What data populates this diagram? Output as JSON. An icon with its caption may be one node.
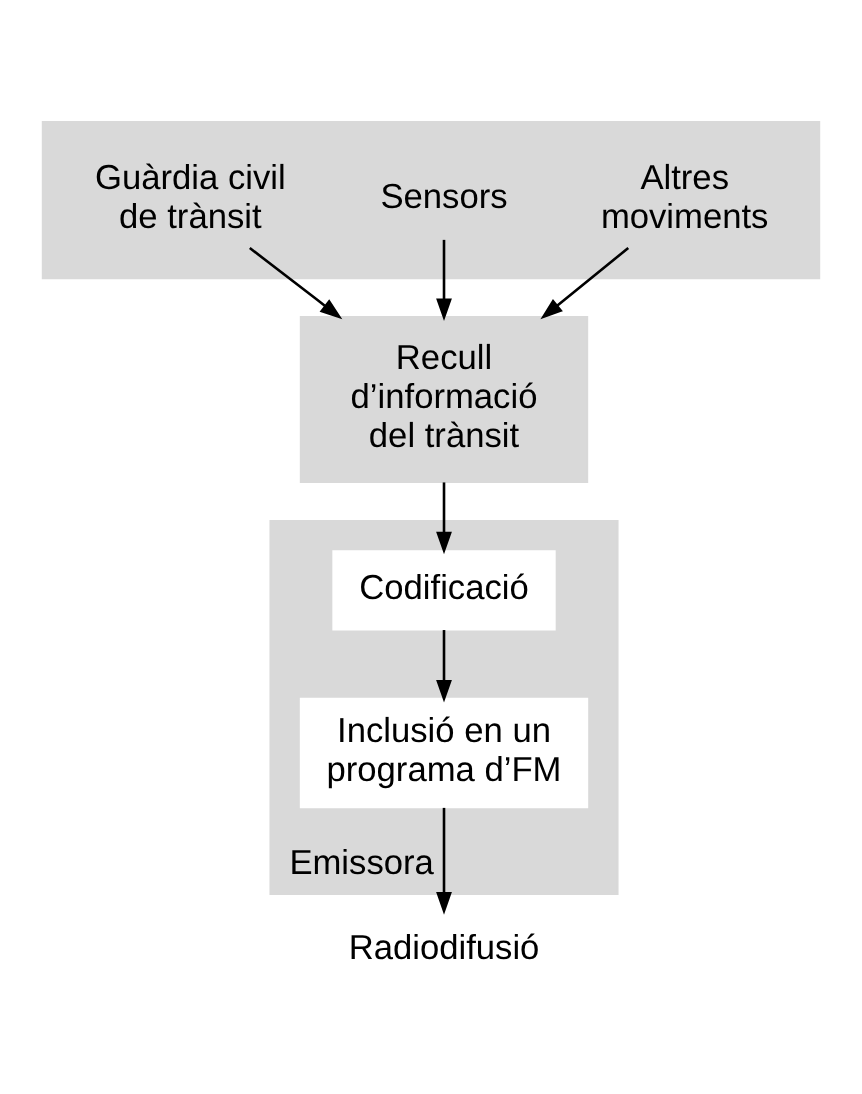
{
  "diagram": {
    "nodes": [
      {
        "text": [],
        "shape": "box"
      },
      {
        "text": [
          "Guàrdia civil de trànsit"
        ],
        "in": 0
      },
      {
        "text": [
          "Sensors"
        ],
        "in": 0
      },
      {
        "text": [
          "Altres moviments"
        ],
        "in": 0
      },
      {
        "text": [
          "Recull d’informació del trànsit"
        ]
      },
      {
        "text": [
          "Emissora"
        ]
      },
      {
        "text": [
          "Codificació"
        ],
        "in": 5
      },
      {
        "text": [
          "Inclusió en un programa d’FM"
        ],
        "in": 5
      },
      {
        "text": [
          "Radiodifusió"
        ]
      }
    ],
    "edges": [
      {
        "from": 1,
        "to": 4,
        "arrow": "to"
      },
      {
        "from": 2,
        "to": 4,
        "arrow": "to"
      },
      {
        "from": 3,
        "to": 4,
        "arrow": "to"
      },
      {
        "from": 4,
        "to": 6,
        "arrow": "to"
      },
      {
        "from": 6,
        "to": 7,
        "arrow": "to"
      },
      {
        "from": 7,
        "to": 8,
        "arrow": "to"
      }
    ]
  }
}
